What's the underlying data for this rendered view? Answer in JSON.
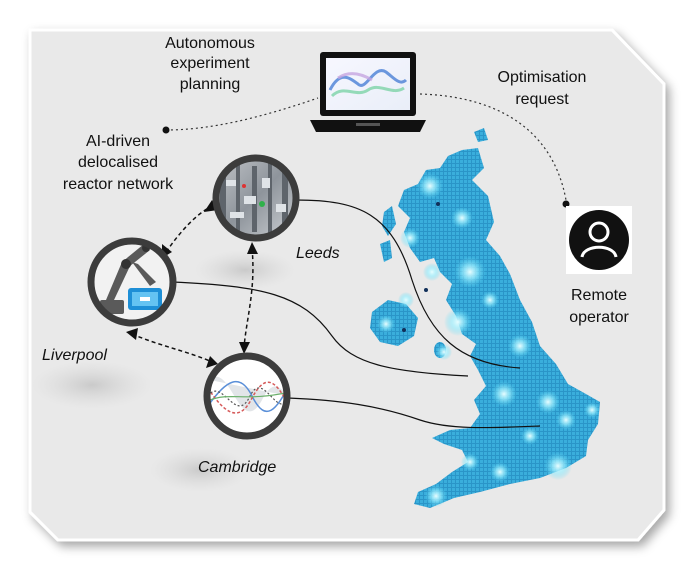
{
  "labels": {
    "planning": [
      "Autonomous",
      "experiment",
      "planning"
    ],
    "network": [
      "AI-driven",
      "delocalised",
      "reactor network"
    ],
    "optimisation": [
      "Optimisation",
      "request"
    ],
    "operator": [
      "Remote",
      "operator"
    ]
  },
  "nodes": {
    "leeds": "Leeds",
    "liverpool": "Liverpool",
    "cambridge": "Cambridge"
  },
  "icons": {
    "laptop": "laptop-icon",
    "operator": "user-icon",
    "map": "uk-map",
    "leeds": "reactor-lab-photo",
    "liverpool": "robot-arm-icon",
    "cambridge": "waveform-plot-icon"
  },
  "colors": {
    "background": "#e9e9e9",
    "map_blue": "#2f9fd0",
    "map_glow": "#bff3ff",
    "node_ring": "#3c3c3c",
    "text": "#111111"
  }
}
